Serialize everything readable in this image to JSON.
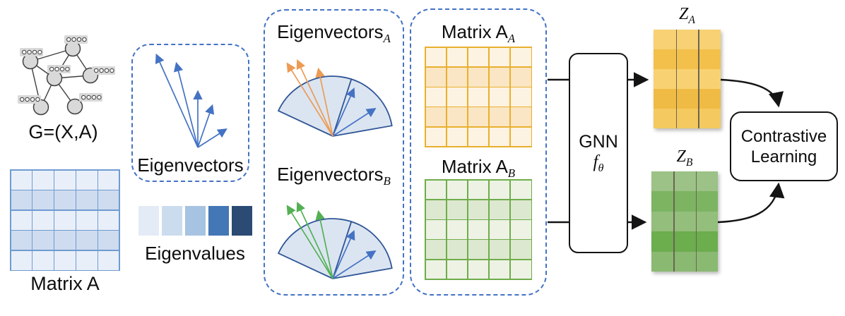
{
  "pipeline": {
    "graph": {
      "label": "G=(X,A)"
    },
    "matrix_a": {
      "label": "Matrix A"
    },
    "eigenvectors": {
      "label": "Eigenvectors"
    },
    "eigenvalues": {
      "label": "Eigenvalues"
    },
    "eigenvectors_a": {
      "label": "Eigenvectors",
      "sub": "A"
    },
    "eigenvectors_b": {
      "label": "Eigenvectors",
      "sub": "B"
    },
    "matrix_a_a": {
      "label": "Matrix A",
      "sub": "A"
    },
    "matrix_a_b": {
      "label": "Matrix A",
      "sub": "B"
    },
    "gnn": {
      "name": "GNN",
      "fn": "f",
      "fn_sub": "θ"
    },
    "z_a": {
      "label": "Z",
      "sub": "A"
    },
    "z_b": {
      "label": "Z",
      "sub": "B"
    },
    "contrastive": {
      "line1": "Contrastive",
      "line2": "Learning"
    }
  },
  "colors": {
    "accent_blue": "#4472c4",
    "orange": "#ed9b54",
    "green": "#54b054",
    "fan_fill": "#dbe5f1",
    "fan_stroke": "#2f5597",
    "node_fill": "#d9d9d9",
    "node_stroke": "#3f3f3f",
    "blue_cell_light": "#e9eff9",
    "blue_cell_dark": "#cfdcef",
    "blue_cell_stroke": "#6f9bd1",
    "yellow_cell_light": "#fdf3e2",
    "yellow_cell_dark": "#fae6c5",
    "yellow_cell_stroke": "#e9b02e",
    "green_cell_light": "#edf2e5",
    "green_cell_dark": "#dde8d0",
    "green_cell_stroke": "#6fad49",
    "eigenvalue_swatches": [
      "#e3ebf6",
      "#ccdcef",
      "#a6c3e1",
      "#4377b5",
      "#2b4a74"
    ],
    "z_a_bands": [
      "#f7d173",
      "#f2c04b",
      "#f8d272",
      "#efbb45",
      "#f4c960"
    ],
    "z_b_bands": [
      "#9cc287",
      "#7cb461",
      "#94be7c",
      "#6cad4e",
      "#8ab972"
    ],
    "z_divider": "#6b6652",
    "arrow_black": "#141414"
  }
}
